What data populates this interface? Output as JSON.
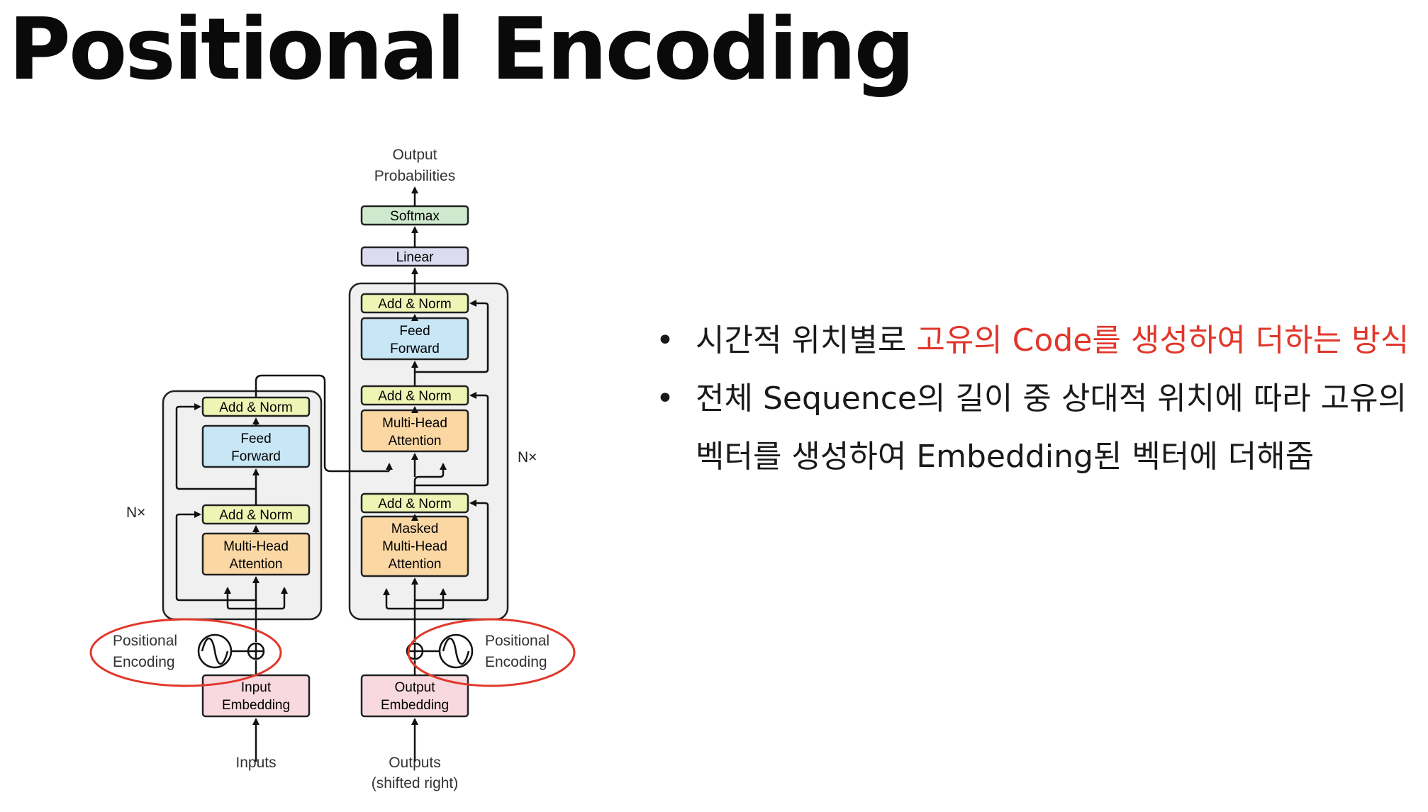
{
  "title": "Positional Encoding",
  "diagram": {
    "encoder": {
      "add_norm_top": "Add & Norm",
      "feed_forward": [
        "Feed",
        "Forward"
      ],
      "add_norm_bottom": "Add & Norm",
      "attention": [
        "Multi-Head",
        "Attention"
      ],
      "nx": "N×",
      "positional_encoding": [
        "Positional",
        "Encoding"
      ],
      "embedding": [
        "Input",
        "Embedding"
      ],
      "input_label": "Inputs"
    },
    "decoder": {
      "add_norm_top": "Add & Norm",
      "feed_forward": [
        "Feed",
        "Forward"
      ],
      "add_norm_mid": "Add & Norm",
      "attention": [
        "Multi-Head",
        "Attention"
      ],
      "add_norm_bottom": "Add & Norm",
      "masked_attention": [
        "Masked",
        "Multi-Head",
        "Attention"
      ],
      "nx": "N×",
      "positional_encoding": [
        "Positional",
        "Encoding"
      ],
      "embedding": [
        "Output",
        "Embedding"
      ],
      "output_label": [
        "Outputs",
        "(shifted right)"
      ]
    },
    "linear": "Linear",
    "softmax": "Softmax",
    "output_probs": [
      "Output",
      "Probabilities"
    ],
    "colors": {
      "add_norm": "#eef4b4",
      "feed_forward": "#c7e6f6",
      "attention": "#fbd7a4",
      "embedding": "#f8d9df",
      "linear": "#dcdcf1",
      "softmax": "#cfe9cf",
      "stack_bg": "#f0f0f0",
      "highlight": "#e0372b"
    }
  },
  "bullets": [
    {
      "pre": "시간적 위치별로 ",
      "highlight": "고유의 Code를 생성하여 더하는 방식"
    },
    {
      "text_line1": "전체 Sequence의 길이 중 상대적 위치에 따라 고유의",
      "text_line2": "벡터를 생성하여 Embedding된 벡터에 더해줌"
    }
  ]
}
